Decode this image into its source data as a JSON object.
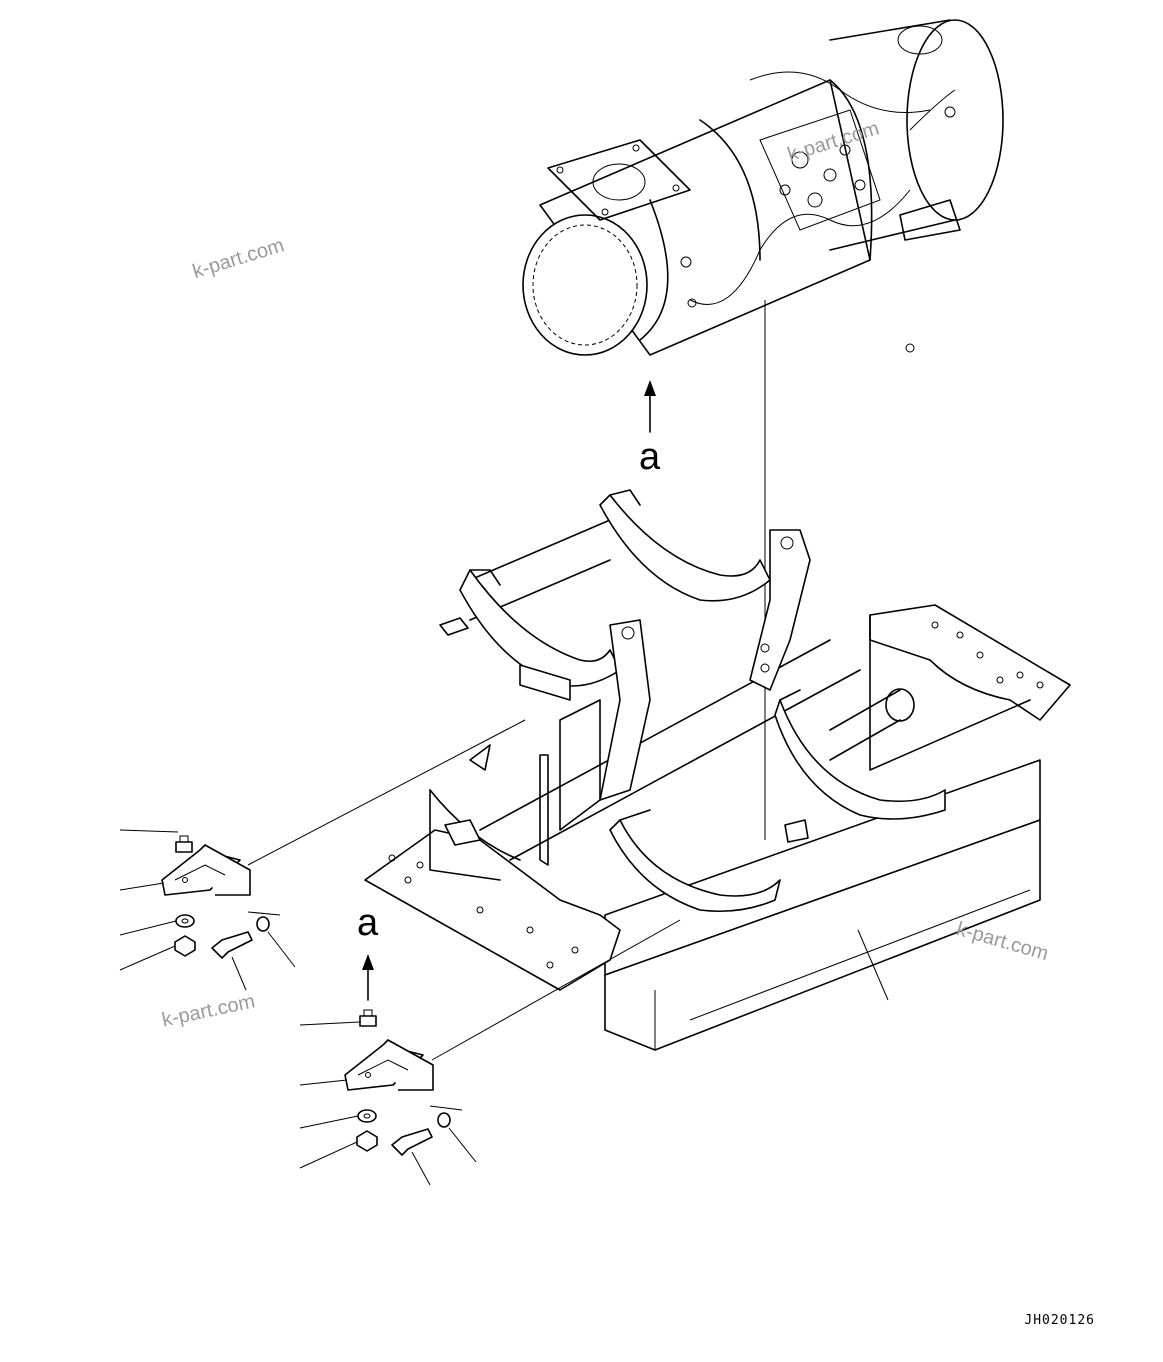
{
  "diagram": {
    "drawing_code": "JH020126",
    "watermark_text": "k-part.com",
    "view_labels": [
      "a",
      "a"
    ]
  }
}
